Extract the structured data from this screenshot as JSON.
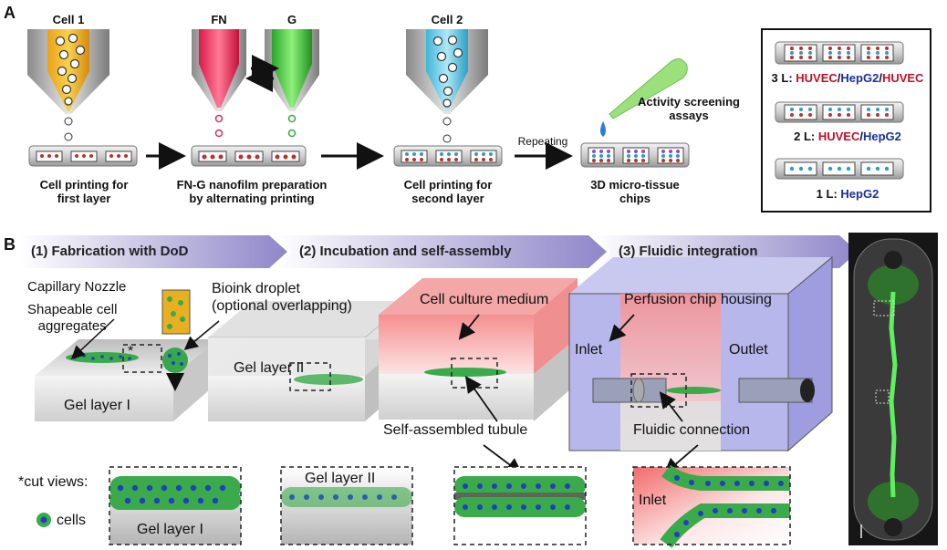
{
  "panel_a": {
    "letter": "A",
    "cell1": "Cell 1",
    "fn": "FN",
    "g": "G",
    "cell2": "Cell 2",
    "step1_line1": "Cell printing for",
    "step1_line2": "first layer",
    "step2_line1": "FN-G nanofilm preparation",
    "step2_line2": "by alternating printing",
    "step3_line1": "Cell printing for",
    "step3_line2": "second layer",
    "repeating": "Repeating",
    "step4_line1": "3D micro-tissue",
    "step4_line2": "chips",
    "activity_line1": "Activity screening",
    "activity_line2": "assays",
    "legend": [
      {
        "prefix": "3 L: ",
        "parts": [
          [
            "HUVEC",
            "#c0102a"
          ],
          [
            "/",
            "#111"
          ],
          [
            "HepG2",
            "#1a2f9a"
          ],
          [
            "/",
            "#111"
          ],
          [
            "HUVEC",
            "#c0102a"
          ]
        ]
      },
      {
        "prefix": "2 L: ",
        "parts": [
          [
            "HUVEC",
            "#c0102a"
          ],
          [
            "/",
            "#111"
          ],
          [
            "HepG2",
            "#1a2f9a"
          ]
        ]
      },
      {
        "prefix": "1 L: ",
        "parts": [
          [
            "HepG2",
            "#1a2f9a"
          ]
        ]
      }
    ]
  },
  "panel_b": {
    "letter": "B",
    "banner1": "(1) Fabrication with DoD",
    "banner2": "(2) Incubation and self-assembly",
    "banner3": "(3) Fluidic integration",
    "capillary_nozzle": "Capillary Nozzle",
    "bioink_line1": "Bioink droplet",
    "bioink_line2": "(optional overlapping)",
    "shapeable_line1": "Shapeable cell",
    "shapeable_line2": "aggregates",
    "star": "*",
    "gel_layer_1": "Gel layer I",
    "gel_layer_2": "Gel layer II",
    "cell_culture_medium": "Cell culture medium",
    "self_assembled_tubule": "Self-assembled tubule",
    "perfusion_housing": "Perfusion chip housing",
    "inlet": "Inlet",
    "outlet": "Outlet",
    "fluidic_connection": "Fluidic connection",
    "cut_views": "*cut views:",
    "cells": "cells",
    "cut1_label": "Gel layer I",
    "cut2_label": "Gel layer II",
    "cut4_label": "Inlet"
  }
}
